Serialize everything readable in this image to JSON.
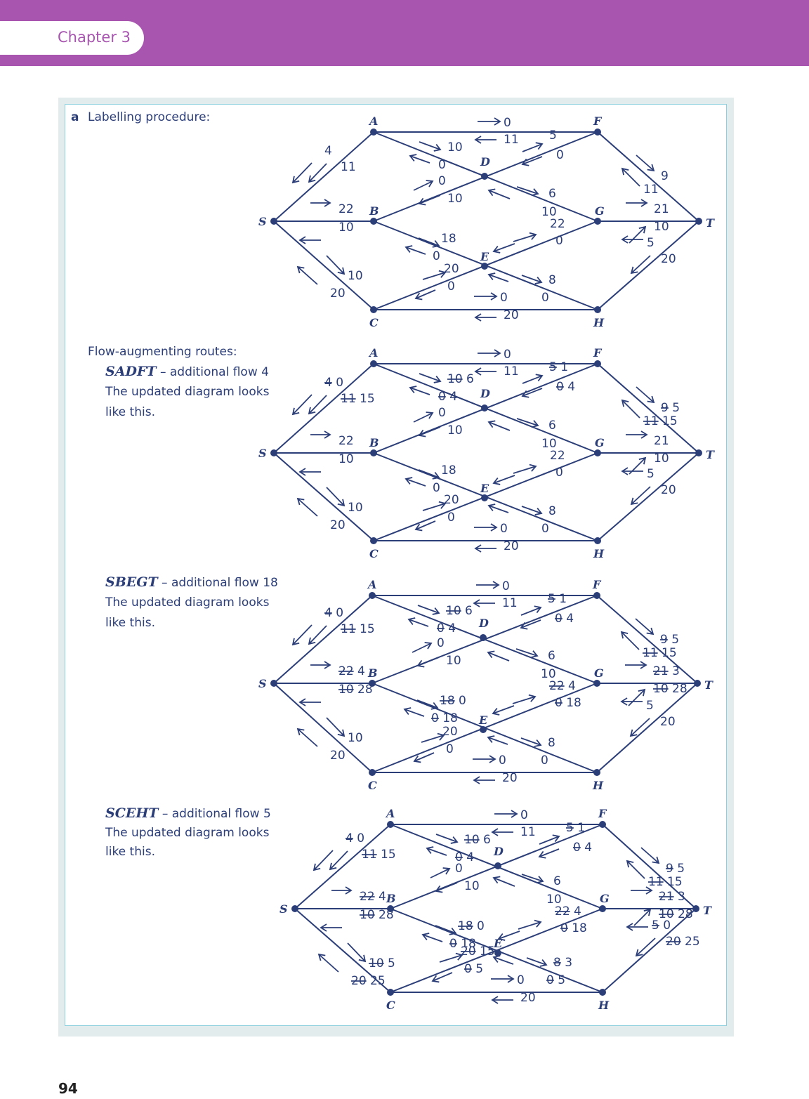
{
  "header": {
    "chapter": "Chapter 3"
  },
  "page_number": "94",
  "part_label": "a",
  "labelling_heading": "Labelling procedure:",
  "flow_heading": "Flow-augmenting routes:",
  "steps": [
    {
      "route": "SADFT",
      "text": " – additional flow 4",
      "line2": "The updated diagram looks",
      "line3": "like this."
    },
    {
      "route": "SBEGT",
      "text": " – additional flow 18",
      "line2": "The updated diagram looks",
      "line3": "like this."
    },
    {
      "route": "SCEHT",
      "text": " – additional flow 5",
      "line2": "The updated diagram looks",
      "line3": "like this."
    }
  ],
  "colors": {
    "header": "#a855b0",
    "ink": "#2c3e78",
    "panel": "#e3ecec",
    "panel_border": "#8fd0de"
  },
  "nodes": [
    "S",
    "A",
    "B",
    "C",
    "D",
    "E",
    "F",
    "G",
    "H",
    "T"
  ],
  "edges": [
    [
      "S",
      "A"
    ],
    [
      "S",
      "B"
    ],
    [
      "S",
      "C"
    ],
    [
      "A",
      "F"
    ],
    [
      "A",
      "G"
    ],
    [
      "B",
      "F"
    ],
    [
      "B",
      "H"
    ],
    [
      "C",
      "G"
    ],
    [
      "C",
      "H"
    ],
    [
      "F",
      "T"
    ],
    [
      "G",
      "T"
    ],
    [
      "H",
      "T"
    ]
  ],
  "diagrams": [
    {
      "name": "initial",
      "labels": {
        "SA": [
          [
            "4"
          ],
          [
            "11"
          ]
        ],
        "SB": [
          [
            "22"
          ],
          [
            "10"
          ]
        ],
        "SC": [
          [
            "10"
          ],
          [
            "20"
          ]
        ],
        "AF": [
          [
            "0"
          ],
          [
            "11"
          ]
        ],
        "AD": [
          [
            "10"
          ],
          [
            "0"
          ]
        ],
        "DB": [
          [
            "0"
          ],
          [
            "10"
          ]
        ],
        "DF": [
          [
            "5"
          ],
          [
            "0"
          ]
        ],
        "DG": [
          [
            "6"
          ],
          [
            "10"
          ]
        ],
        "BE": [
          [
            "18"
          ],
          [
            "0"
          ]
        ],
        "EG": [
          [
            "22"
          ],
          [
            "0"
          ]
        ],
        "CE": [
          [
            "20"
          ],
          [
            "0"
          ]
        ],
        "EH": [
          [
            "8"
          ],
          [
            "0"
          ]
        ],
        "CH": [
          [
            "0"
          ],
          [
            "20"
          ]
        ],
        "FT": [
          [
            "9"
          ],
          [
            "11"
          ]
        ],
        "GT": [
          [
            "21"
          ],
          [
            "10"
          ]
        ],
        "HT": [
          [
            "5"
          ],
          [
            "20"
          ]
        ]
      }
    },
    {
      "name": "after-SADFT",
      "labels": {
        "SA": [
          [
            "4",
            "0"
          ],
          [
            "11",
            "15"
          ]
        ],
        "SB": [
          [
            "22"
          ],
          [
            "10"
          ]
        ],
        "SC": [
          [
            "10"
          ],
          [
            "20"
          ]
        ],
        "AF": [
          [
            "0"
          ],
          [
            "11"
          ]
        ],
        "AD": [
          [
            "10",
            "6"
          ],
          [
            "0",
            "4"
          ]
        ],
        "DB": [
          [
            "0"
          ],
          [
            "10"
          ]
        ],
        "DF": [
          [
            "5",
            "1"
          ],
          [
            "0",
            "4"
          ]
        ],
        "DG": [
          [
            "6"
          ],
          [
            "10"
          ]
        ],
        "BE": [
          [
            "18"
          ],
          [
            "0"
          ]
        ],
        "EG": [
          [
            "22"
          ],
          [
            "0"
          ]
        ],
        "CE": [
          [
            "20"
          ],
          [
            "0"
          ]
        ],
        "EH": [
          [
            "8"
          ],
          [
            "0"
          ]
        ],
        "CH": [
          [
            "0"
          ],
          [
            "20"
          ]
        ],
        "FT": [
          [
            "9",
            "5"
          ],
          [
            "11",
            "15"
          ]
        ],
        "GT": [
          [
            "21"
          ],
          [
            "10"
          ]
        ],
        "HT": [
          [
            "5"
          ],
          [
            "20"
          ]
        ]
      }
    },
    {
      "name": "after-SBEGT",
      "labels": {
        "SA": [
          [
            "4",
            "0"
          ],
          [
            "11",
            "15"
          ]
        ],
        "SB": [
          [
            "22",
            "4"
          ],
          [
            "10",
            "28"
          ]
        ],
        "SC": [
          [
            "10"
          ],
          [
            "20"
          ]
        ],
        "AF": [
          [
            "0"
          ],
          [
            "11"
          ]
        ],
        "AD": [
          [
            "10",
            "6"
          ],
          [
            "0",
            "4"
          ]
        ],
        "DB": [
          [
            "0"
          ],
          [
            "10"
          ]
        ],
        "DF": [
          [
            "5",
            "1"
          ],
          [
            "0",
            "4"
          ]
        ],
        "DG": [
          [
            "6"
          ],
          [
            "10"
          ]
        ],
        "BE": [
          [
            "18",
            "0"
          ],
          [
            "0",
            "18"
          ]
        ],
        "EG": [
          [
            "22",
            "4"
          ],
          [
            "0",
            "18"
          ]
        ],
        "CE": [
          [
            "20"
          ],
          [
            "0"
          ]
        ],
        "EH": [
          [
            "8"
          ],
          [
            "0"
          ]
        ],
        "CH": [
          [
            "0"
          ],
          [
            "20"
          ]
        ],
        "FT": [
          [
            "9",
            "5"
          ],
          [
            "11",
            "15"
          ]
        ],
        "GT": [
          [
            "21",
            "3"
          ],
          [
            "10",
            "28"
          ]
        ],
        "HT": [
          [
            "5"
          ],
          [
            "20"
          ]
        ]
      }
    },
    {
      "name": "after-SCEHT",
      "labels": {
        "SA": [
          [
            "4",
            "0"
          ],
          [
            "11",
            "15"
          ]
        ],
        "SB": [
          [
            "22",
            "4"
          ],
          [
            "10",
            "28"
          ]
        ],
        "SC": [
          [
            "10",
            "5"
          ],
          [
            "20",
            "25"
          ]
        ],
        "AF": [
          [
            "0"
          ],
          [
            "11"
          ]
        ],
        "AD": [
          [
            "10",
            "6"
          ],
          [
            "0",
            "4"
          ]
        ],
        "DB": [
          [
            "0"
          ],
          [
            "10"
          ]
        ],
        "DF": [
          [
            "5",
            "1"
          ],
          [
            "0",
            "4"
          ]
        ],
        "DG": [
          [
            "6"
          ],
          [
            "10"
          ]
        ],
        "BE": [
          [
            "18",
            "0"
          ],
          [
            "0",
            "18"
          ]
        ],
        "EG": [
          [
            "22",
            "4"
          ],
          [
            "0",
            "18"
          ]
        ],
        "CE": [
          [
            "20",
            "15"
          ],
          [
            "0",
            "5"
          ]
        ],
        "EH": [
          [
            "8",
            "3"
          ],
          [
            "0",
            "5"
          ]
        ],
        "CH": [
          [
            "0"
          ],
          [
            "20"
          ]
        ],
        "FT": [
          [
            "9",
            "5"
          ],
          [
            "11",
            "15"
          ]
        ],
        "GT": [
          [
            "21",
            "3"
          ],
          [
            "10",
            "28"
          ]
        ],
        "HT": [
          [
            "5",
            "0"
          ],
          [
            "20",
            "25"
          ]
        ]
      }
    }
  ]
}
